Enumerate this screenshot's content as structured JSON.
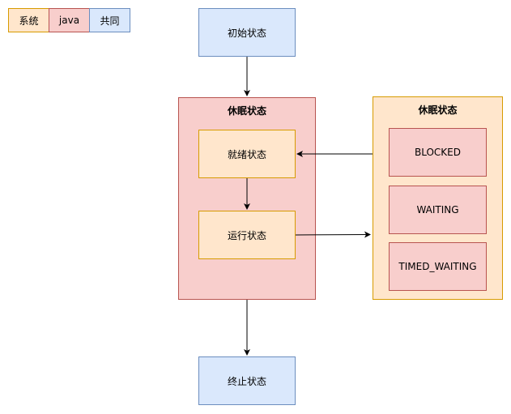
{
  "legend": {
    "system": "系统",
    "java": "java",
    "common": "共同"
  },
  "nodes": {
    "initial": "初始状态",
    "ready": "就绪状态",
    "running": "运行状态",
    "terminated": "终止状态",
    "blocked": "BLOCKED",
    "waiting": "WAITING",
    "timed_waiting": "TIMED_WAITING"
  },
  "groups": {
    "left_title": "休眠状态",
    "right_title": "休眠状态"
  },
  "colors": {
    "system_fill": "#ffe6cc",
    "system_stroke": "#d79b00",
    "java_fill": "#f8cecc",
    "java_stroke": "#b85450",
    "common_fill": "#dae8fc",
    "common_stroke": "#6c8ebf"
  }
}
